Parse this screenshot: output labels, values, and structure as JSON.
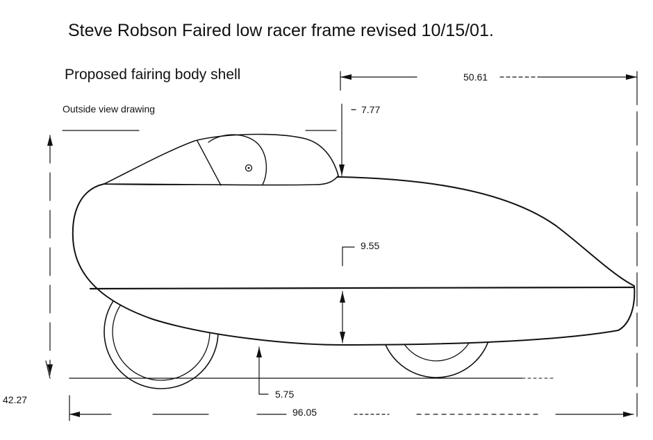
{
  "title": "Steve Robson Faired low racer frame revised 10/15/01.",
  "subtitle": "Proposed fairing body shell",
  "caption": "Outside view drawing",
  "dimensions": {
    "total_length": "50.61",
    "canopy_rise": "7.77",
    "body_depth": "9.55",
    "ground_clearance": "5.75",
    "wheelbase": "96.05",
    "overall_height": "42.27"
  }
}
